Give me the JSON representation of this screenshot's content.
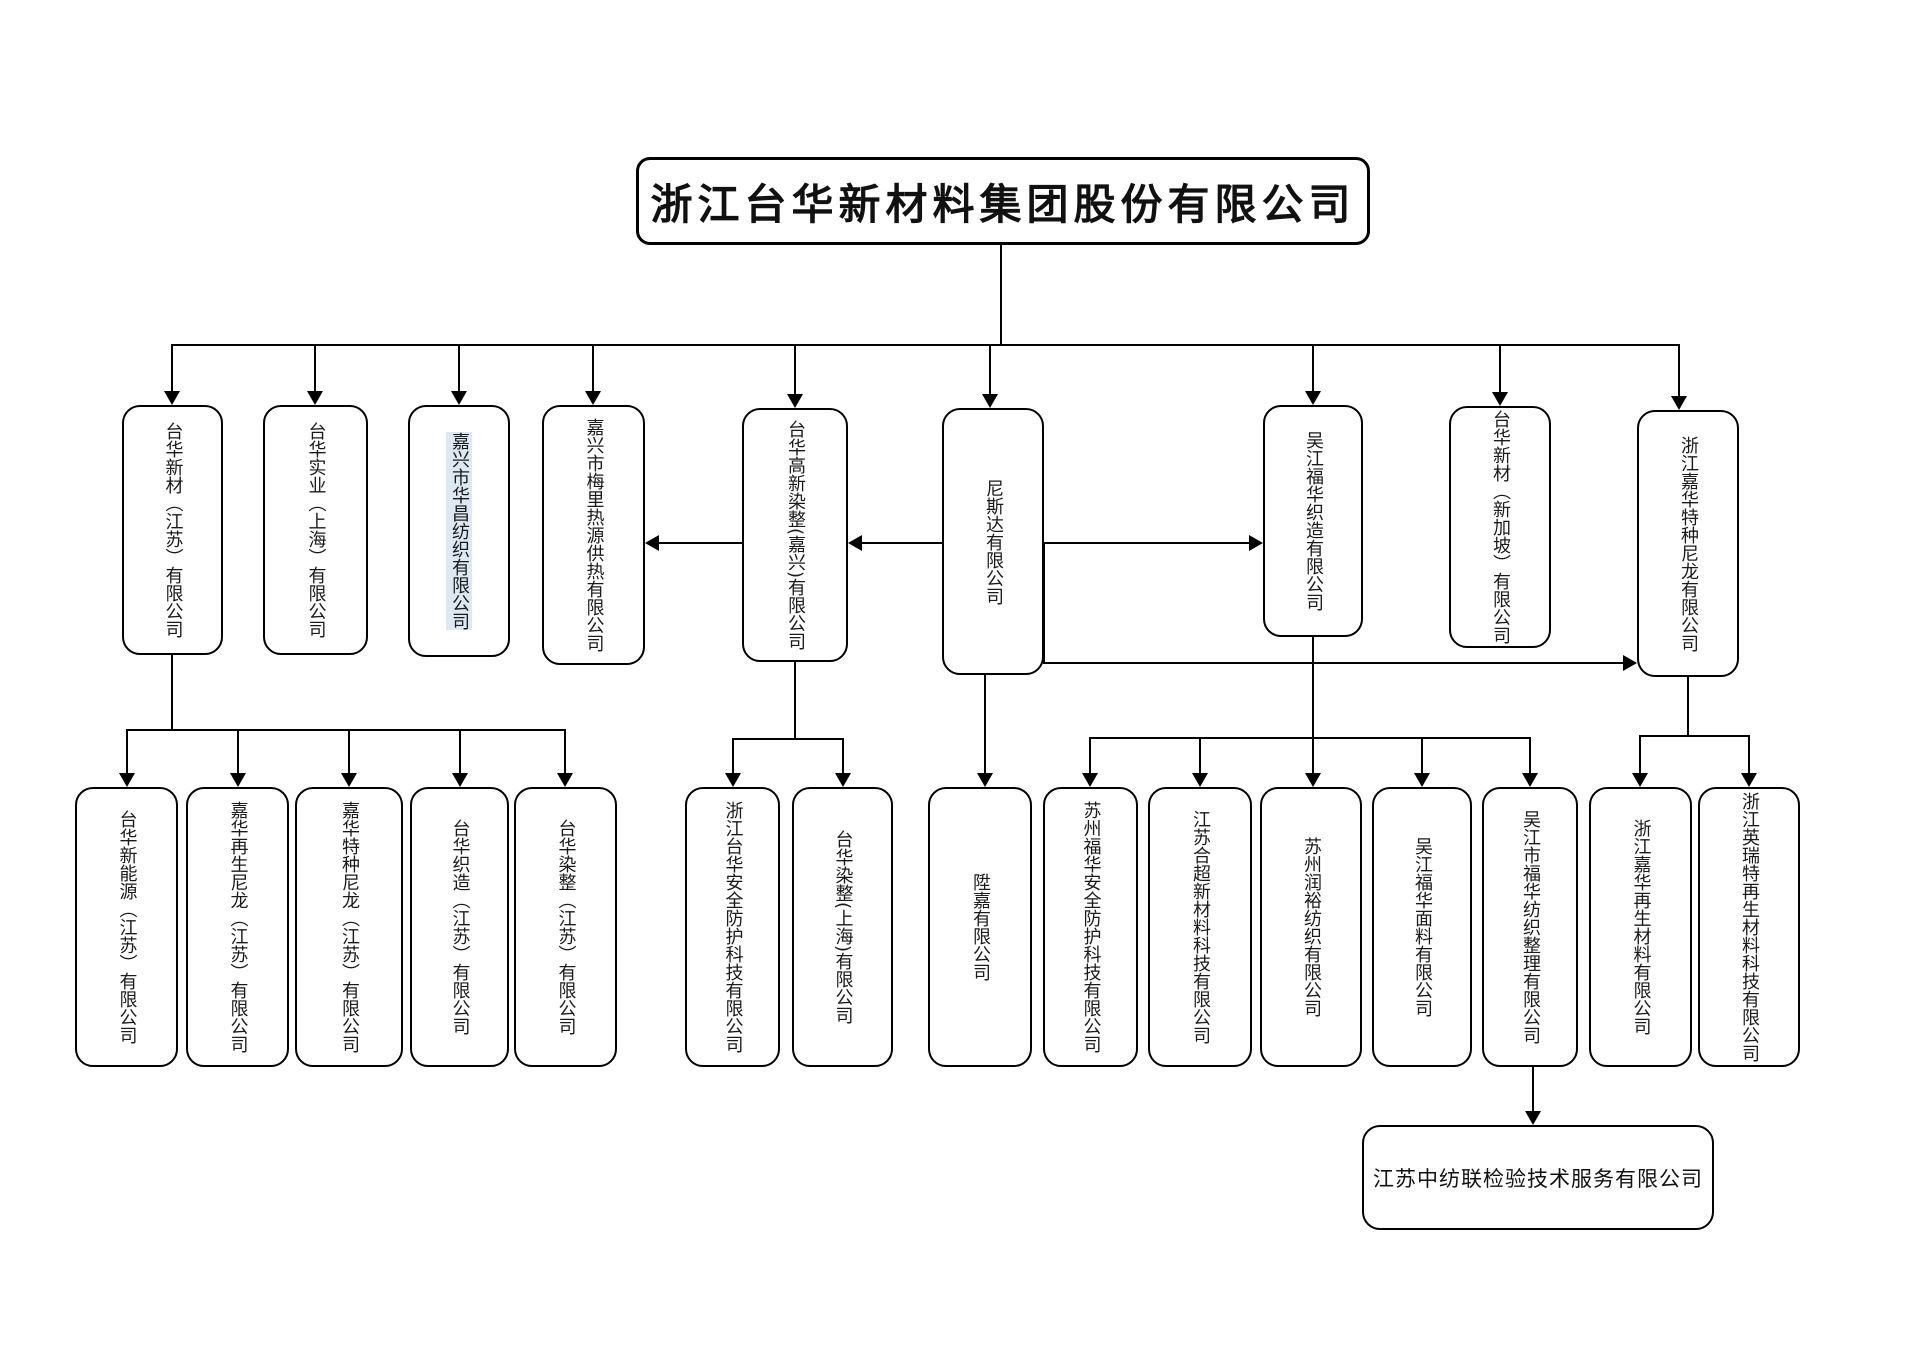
{
  "org": {
    "title": "浙江台华新材料集团股份有限公司",
    "level2": [
      "台华新材（江苏）有限公司",
      "台华实业（上海）有限公司",
      "嘉兴市华昌纺织有限公司",
      "嘉兴市梅里热源供热有限公司",
      "台华高新染整(嘉兴)有限公司",
      "尼斯达有限公司",
      "吴江福华织造有限公司",
      "台华新材（新加坡）有限公司",
      "浙江嘉华特种尼龙有限公司"
    ],
    "level3": [
      "台华新能源（江苏）有限公司",
      "嘉华再生尼龙（江苏）有限公司",
      "嘉华特种尼龙（江苏）有限公司",
      "台华织造（江苏）有限公司",
      "台华染整（江苏）有限公司",
      "浙江台华安全防护科技有限公司",
      "台华染整(上海)有限公司",
      "陞嘉有限公司",
      "苏州福华安全防护科技有限公司",
      "江苏合超新材料科技有限公司",
      "苏州润裕纺织有限公司",
      "吴江福华面料有限公司",
      "吴江市福华纺织整理有限公司",
      "浙江嘉华再生材料有限公司",
      "浙江英瑞特再生材料科技有限公司"
    ],
    "level4": [
      "江苏中纺联检验技术服务有限公司"
    ],
    "edges": [
      {
        "from": "浙江台华新材料集团股份有限公司",
        "to": "台华新材（江苏）有限公司"
      },
      {
        "from": "浙江台华新材料集团股份有限公司",
        "to": "台华实业（上海）有限公司"
      },
      {
        "from": "浙江台华新材料集团股份有限公司",
        "to": "嘉兴市华昌纺织有限公司"
      },
      {
        "from": "浙江台华新材料集团股份有限公司",
        "to": "嘉兴市梅里热源供热有限公司"
      },
      {
        "from": "浙江台华新材料集团股份有限公司",
        "to": "台华高新染整(嘉兴)有限公司"
      },
      {
        "from": "浙江台华新材料集团股份有限公司",
        "to": "尼斯达有限公司"
      },
      {
        "from": "浙江台华新材料集团股份有限公司",
        "to": "吴江福华织造有限公司"
      },
      {
        "from": "浙江台华新材料集团股份有限公司",
        "to": "台华新材（新加坡）有限公司"
      },
      {
        "from": "浙江台华新材料集团股份有限公司",
        "to": "浙江嘉华特种尼龙有限公司"
      },
      {
        "from": "台华高新染整(嘉兴)有限公司",
        "to": "嘉兴市梅里热源供热有限公司"
      },
      {
        "from": "尼斯达有限公司",
        "to": "台华高新染整(嘉兴)有限公司"
      },
      {
        "from": "尼斯达有限公司",
        "to": "吴江福华织造有限公司"
      },
      {
        "from": "尼斯达有限公司",
        "to": "浙江嘉华特种尼龙有限公司"
      },
      {
        "from": "台华新材（江苏）有限公司",
        "to": "台华新能源（江苏）有限公司"
      },
      {
        "from": "台华新材（江苏）有限公司",
        "to": "嘉华再生尼龙（江苏）有限公司"
      },
      {
        "from": "台华新材（江苏）有限公司",
        "to": "嘉华特种尼龙（江苏）有限公司"
      },
      {
        "from": "台华新材（江苏）有限公司",
        "to": "台华织造（江苏）有限公司"
      },
      {
        "from": "台华新材（江苏）有限公司",
        "to": "台华染整（江苏）有限公司"
      },
      {
        "from": "台华高新染整(嘉兴)有限公司",
        "to": "浙江台华安全防护科技有限公司"
      },
      {
        "from": "台华高新染整(嘉兴)有限公司",
        "to": "台华染整(上海)有限公司"
      },
      {
        "from": "尼斯达有限公司",
        "to": "陞嘉有限公司"
      },
      {
        "from": "吴江福华织造有限公司",
        "to": "苏州福华安全防护科技有限公司"
      },
      {
        "from": "吴江福华织造有限公司",
        "to": "江苏合超新材料科技有限公司"
      },
      {
        "from": "吴江福华织造有限公司",
        "to": "苏州润裕纺织有限公司"
      },
      {
        "from": "吴江福华织造有限公司",
        "to": "吴江福华面料有限公司"
      },
      {
        "from": "吴江福华织造有限公司",
        "to": "吴江市福华纺织整理有限公司"
      },
      {
        "from": "浙江嘉华特种尼龙有限公司",
        "to": "浙江嘉华再生材料有限公司"
      },
      {
        "from": "浙江嘉华特种尼龙有限公司",
        "to": "浙江英瑞特再生材料科技有限公司"
      },
      {
        "from": "吴江市福华纺织整理有限公司",
        "to": "江苏中纺联检验技术服务有限公司"
      }
    ],
    "colors": {
      "line": "#000000",
      "box_border": "#000000",
      "box_fill": "#ffffff",
      "text": "#1a1a1a",
      "highlight": "#dde8f3"
    }
  }
}
